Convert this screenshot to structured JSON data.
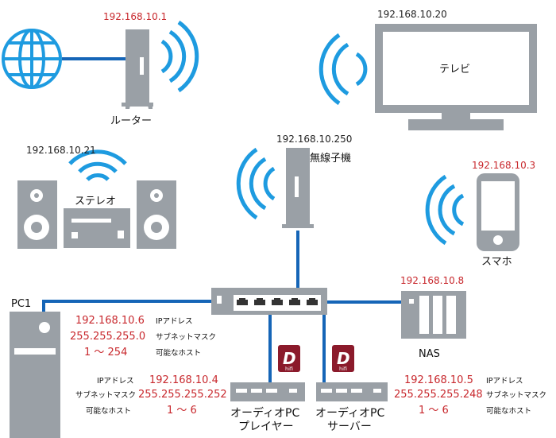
{
  "colors": {
    "wifi": "#1e9be0",
    "cable": "#1565b7",
    "device": "#9aa0a6",
    "device_dark": "#55585c",
    "ip": "#c8282d",
    "badge": "#8b1a2b"
  },
  "router": {
    "ip": "192.168.10.1",
    "label": "ルーター"
  },
  "tv": {
    "ip": "192.168.10.20",
    "label": "テレビ"
  },
  "stereo": {
    "ip": "192.168.10.21",
    "label": "ステレオ"
  },
  "access_point": {
    "ip": "192.168.10.250",
    "label": "無線子機"
  },
  "smartphone": {
    "ip": "192.168.10.3",
    "label": "スマホ"
  },
  "nas": {
    "ip": "192.168.10.8",
    "label": "NAS"
  },
  "pc1": {
    "label": "PC1",
    "ip": "192.168.10.6",
    "mask": "255.255.255.0",
    "hosts": "1 ～ 254",
    "ip_caption": "IPアドレス",
    "mask_caption": "サブネットマスク",
    "hosts_caption": "可能なホスト"
  },
  "player": {
    "label_line1": "オーディオPC",
    "label_line2": "プレイヤー",
    "ip": "192.168.10.4",
    "mask": "255.255.255.252",
    "hosts": "1 ～ 6",
    "ip_caption": "IPアドレス",
    "mask_caption": "サブネットマスク",
    "hosts_caption": "可能なホスト",
    "badge_letter": "D",
    "badge_text": "hifi"
  },
  "server": {
    "label_line1": "オーディオPC",
    "label_line2": "サーバー",
    "ip": "192.168.10.5",
    "mask": "255.255.255.248",
    "hosts": "1 ～ 6",
    "ip_caption": "IPアドレス",
    "mask_caption": "サブネットマスク",
    "hosts_caption": "可能なホスト",
    "badge_letter": "D",
    "badge_text": "hifi"
  }
}
